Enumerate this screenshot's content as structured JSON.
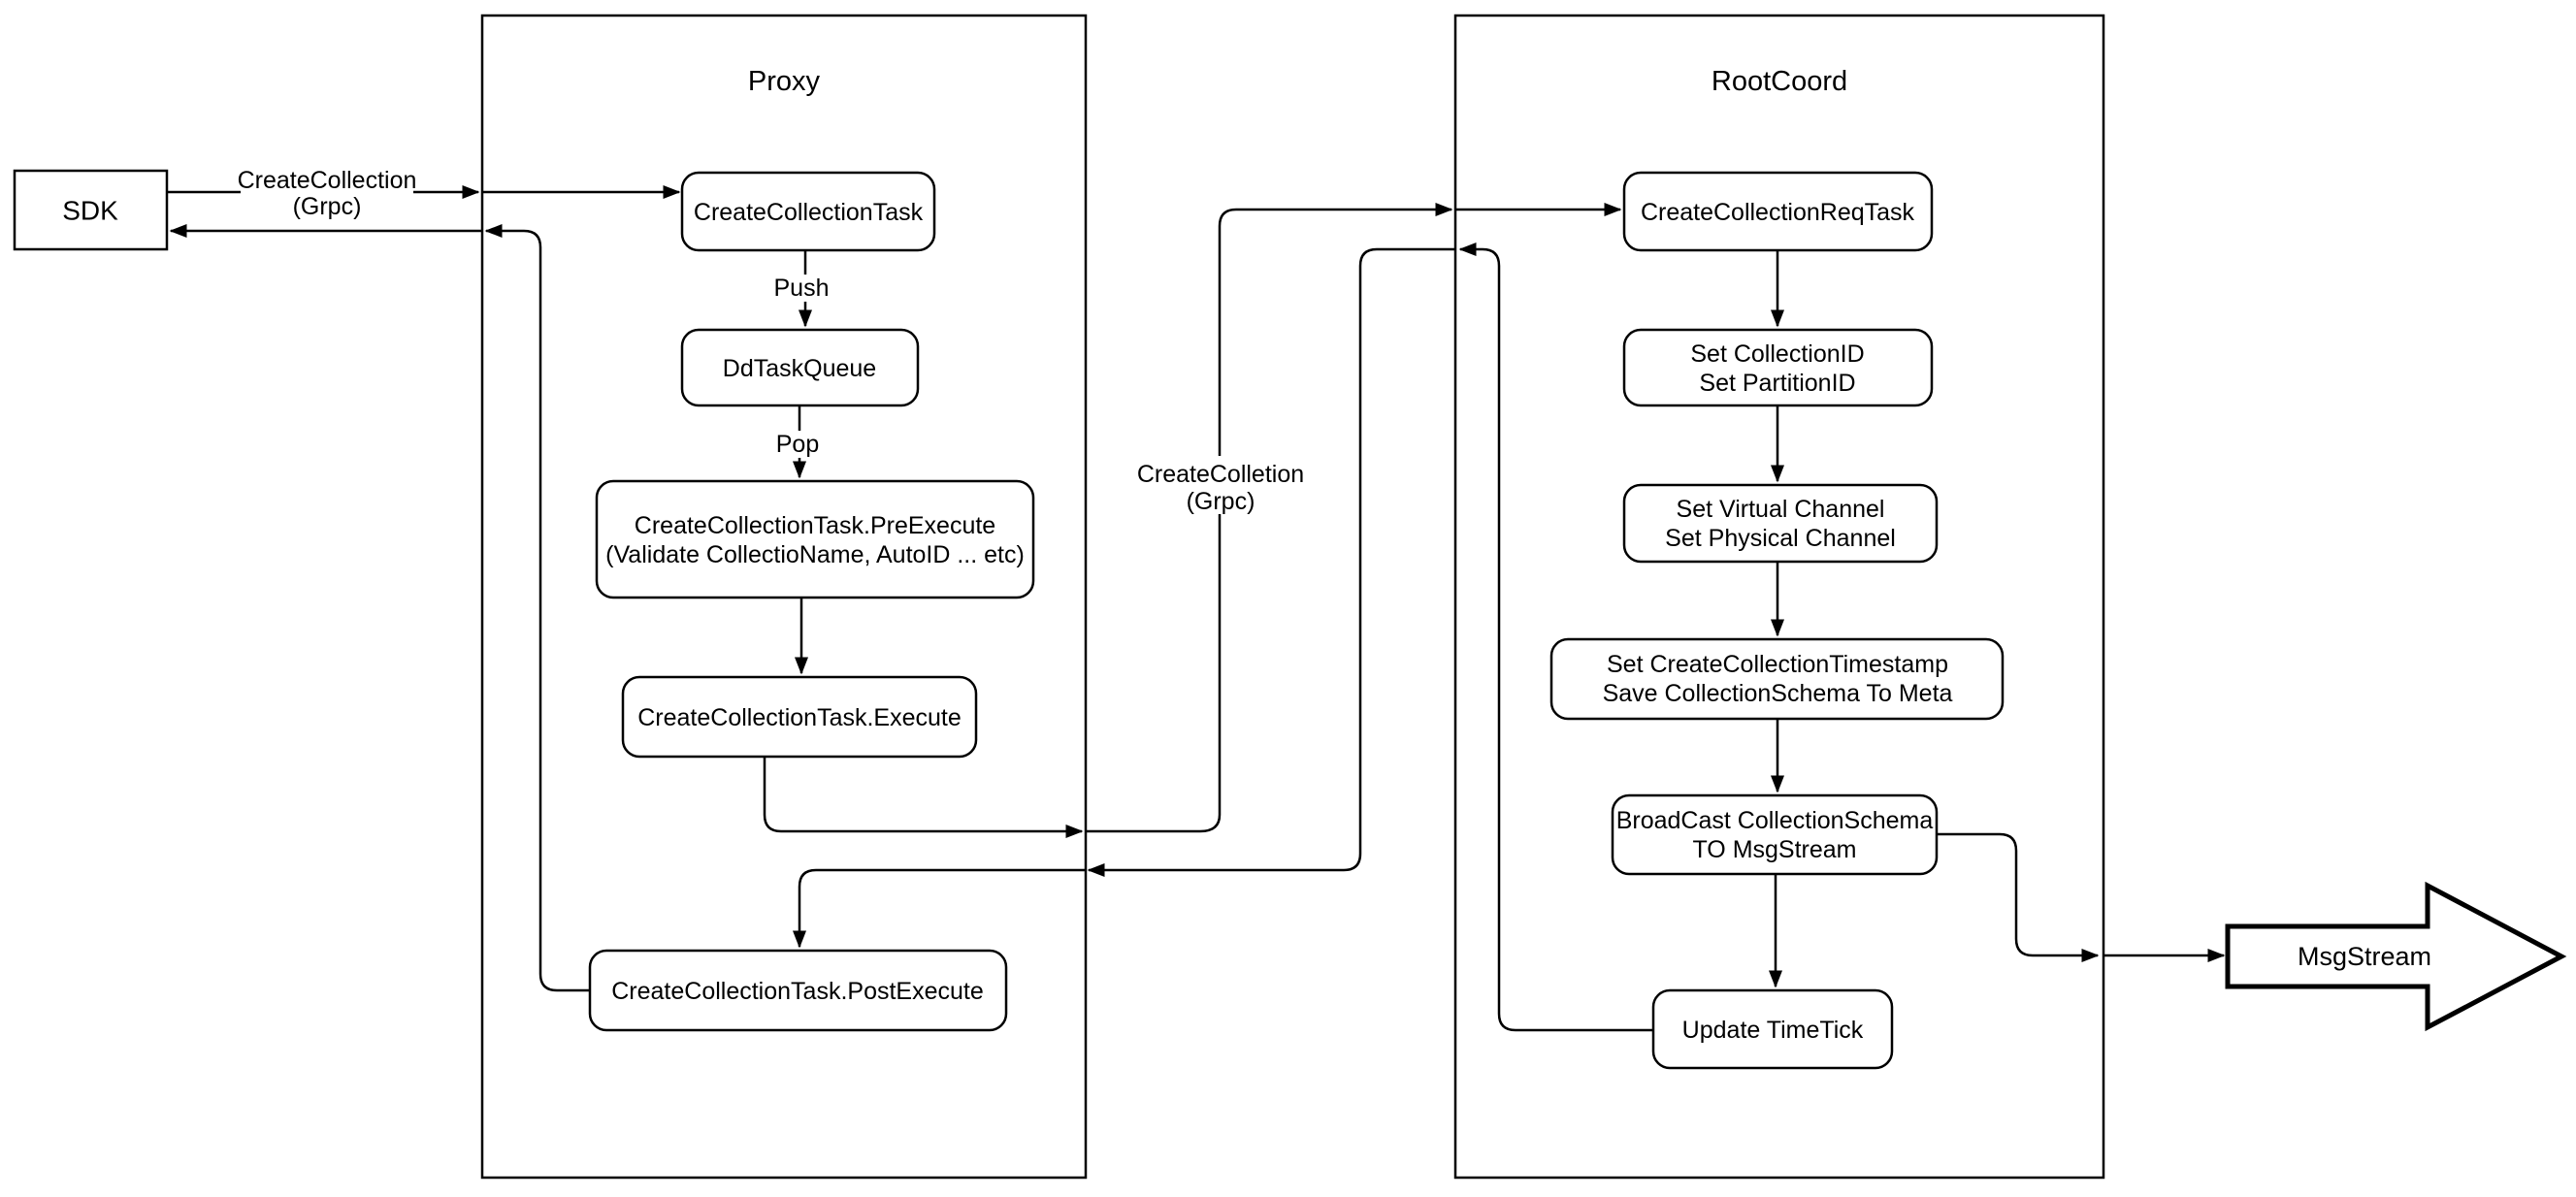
{
  "diagram": {
    "colors": {
      "background": "#ffffff",
      "stroke": "#000000"
    },
    "sdk": {
      "label": "SDK"
    },
    "msgstream_arrow": {
      "label": "MsgStream"
    },
    "edge_labels": {
      "sdk_grpc": {
        "line1": "CreateCollection",
        "line2": "(Grpc)"
      },
      "push": "Push",
      "pop": "Pop",
      "proxy_grpc": {
        "line1": "CreateColletion",
        "line2": "(Grpc)"
      }
    },
    "containers": {
      "proxy": {
        "title": "Proxy",
        "nodes": {
          "create_collection_task": {
            "label": "CreateCollectionTask"
          },
          "dd_task_queue": {
            "label": "DdTaskQueue"
          },
          "pre_execute": {
            "line1": "CreateCollectionTask.PreExecute",
            "line2": "(Validate CollectioName, AutoID ... etc)"
          },
          "execute": {
            "label": "CreateCollectionTask.Execute"
          },
          "post_execute": {
            "label": "CreateCollectionTask.PostExecute"
          }
        }
      },
      "rootcoord": {
        "title": "RootCoord",
        "nodes": {
          "req_task": {
            "label": "CreateCollectionReqTask"
          },
          "set_ids": {
            "line1": "Set CollectionID",
            "line2": "Set PartitionID"
          },
          "set_channels": {
            "line1": "Set Virtual Channel",
            "line2": "Set Physical Channel"
          },
          "set_timestamp": {
            "line1": "Set CreateCollectionTimestamp",
            "line2": "Save CollectionSchema To Meta"
          },
          "broadcast": {
            "line1": "BroadCast CollectionSchema",
            "line2": "TO MsgStream"
          },
          "update_timetick": {
            "label": "Update TimeTick"
          }
        }
      }
    }
  }
}
